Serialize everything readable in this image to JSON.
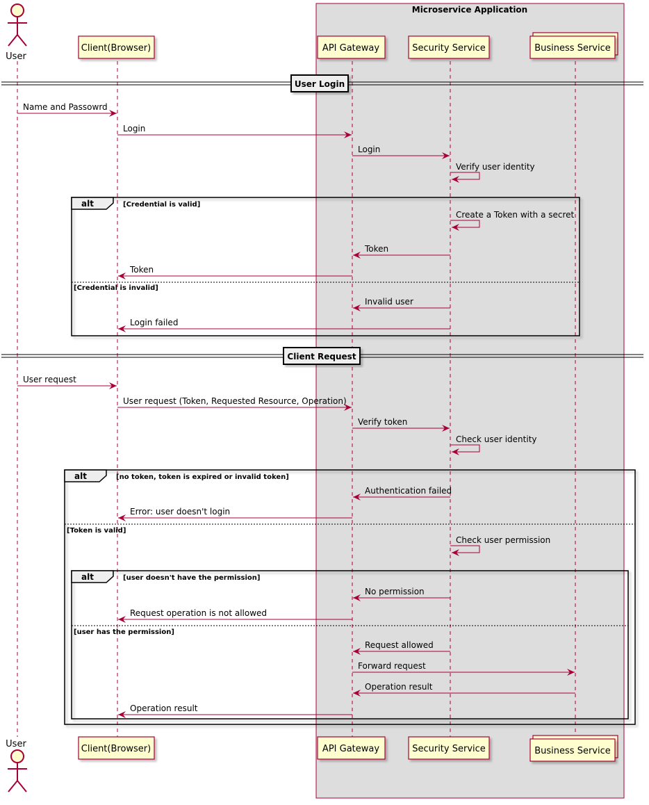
{
  "group": {
    "title": "Microservice Application"
  },
  "participants": {
    "user": "User",
    "client": "Client(Browser)",
    "gateway": "API Gateway",
    "security": "Security Service",
    "business": "Business Service"
  },
  "dividers": {
    "login": "User Login",
    "request": "Client Request"
  },
  "fragments": {
    "alt_keyword": "alt",
    "login_valid_guard": "[Credential is valid]",
    "login_invalid_guard": "[Credential is invalid]",
    "token_invalid_guard": "[no token, token is expired or invalid token]",
    "token_valid_guard": "[Token is valid]",
    "no_permission_guard": "[user doesn't have the permission]",
    "has_permission_guard": "[user has the permission]"
  },
  "messages": [
    {
      "from": "user",
      "to": "client",
      "label": "Name and Passowrd"
    },
    {
      "from": "client",
      "to": "gateway",
      "label": "Login"
    },
    {
      "from": "gateway",
      "to": "security",
      "label": "Login"
    },
    {
      "from": "security",
      "to": "security",
      "label": "Verify user identity"
    },
    {
      "from": "security",
      "to": "security",
      "label": "Create a Token with a secret"
    },
    {
      "from": "security",
      "to": "gateway",
      "label": "Token"
    },
    {
      "from": "gateway",
      "to": "client",
      "label": "Token"
    },
    {
      "from": "security",
      "to": "gateway",
      "label": "Invalid user"
    },
    {
      "from": "security",
      "to": "client",
      "label": "Login failed"
    },
    {
      "from": "user",
      "to": "client",
      "label": "User request"
    },
    {
      "from": "client",
      "to": "gateway",
      "label": "User request (Token, Requested Resource, Operation)"
    },
    {
      "from": "gateway",
      "to": "security",
      "label": "Verify token"
    },
    {
      "from": "security",
      "to": "security",
      "label": "Check user identity"
    },
    {
      "from": "security",
      "to": "gateway",
      "label": "Authentication failed"
    },
    {
      "from": "gateway",
      "to": "client",
      "label": "Error: user doesn't login"
    },
    {
      "from": "security",
      "to": "security",
      "label": "Check user permission"
    },
    {
      "from": "security",
      "to": "gateway",
      "label": "No permission"
    },
    {
      "from": "gateway",
      "to": "client",
      "label": "Request operation is not allowed"
    },
    {
      "from": "security",
      "to": "gateway",
      "label": "Request allowed"
    },
    {
      "from": "gateway",
      "to": "business",
      "label": "Forward request"
    },
    {
      "from": "business",
      "to": "gateway",
      "label": "Operation result"
    },
    {
      "from": "gateway",
      "to": "client",
      "label": "Operation result"
    }
  ],
  "colors": {
    "line": "#A80036",
    "participant_fill": "#FEFECE",
    "group_fill": "#DDDDDD",
    "fragment_fill": "#FFFFFF"
  }
}
